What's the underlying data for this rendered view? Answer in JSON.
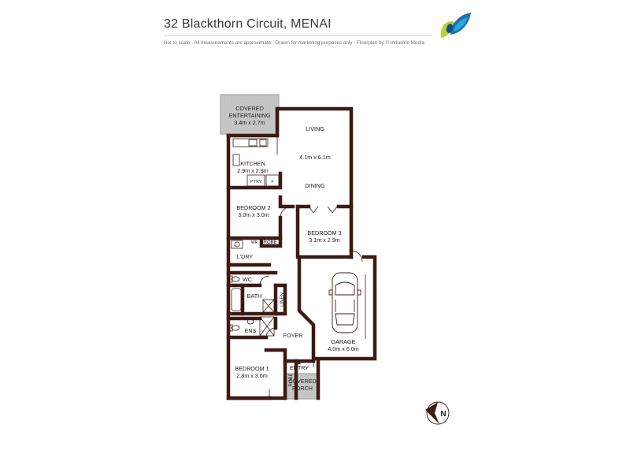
{
  "header": {
    "title": "32 Blackthorn Circuit, MENAI",
    "disclaimer": "Not to scale  ·  All measurements are approximate  ·  Drawn for marketing purposes only  ·  Floorplan by © Industrie Media"
  },
  "colors": {
    "wall": "#3d1a14",
    "floor": "#ffffff",
    "covered": "#c8c8c8",
    "logo_green": "#b7d334",
    "logo_blue": "#1f6fb5",
    "logo_cyan": "#29b6d8",
    "text": "#3a3a3a"
  },
  "rooms": {
    "covered_entertaining": {
      "name": "COVERED ENTERTAINING",
      "line1": "COVERED",
      "line2": "ENTERTAINING",
      "size": "3.4m x 2.7m"
    },
    "living": {
      "name": "LIVING",
      "size": "4.1m x 6.1m"
    },
    "kitchen": {
      "name": "KITCHEN",
      "size": "2.9m x 2.9m"
    },
    "pantry": {
      "name": "P'TRY"
    },
    "fridge": {
      "name": "F"
    },
    "dining": {
      "name": "DINING"
    },
    "bedroom2": {
      "name": "BEDROOM 2",
      "size": "3.0m x 3.0m"
    },
    "wir": {
      "name": "WR"
    },
    "robe2": {
      "name": "ROBE"
    },
    "bedroom3": {
      "name": "BEDROOM 3",
      "size": "3.1m x 2.9m"
    },
    "laundry": {
      "name": "L'DRY"
    },
    "wc": {
      "name": "WC"
    },
    "bath": {
      "name": "BATH"
    },
    "linen": {
      "name": "LINEN"
    },
    "ensuite": {
      "name": "ENS"
    },
    "foyer": {
      "name": "FOYER"
    },
    "garage": {
      "name": "GARAGE",
      "size": "4.0m x 6.0m"
    },
    "bedroom1": {
      "name": "BEDROOM 1",
      "size": "2.8m x 3.6m"
    },
    "robe1": {
      "name": "ROBE"
    },
    "entry": {
      "name": "ENTRY"
    },
    "covered_porch": {
      "name": "COVERED PORCH",
      "line1": "COVERED",
      "line2": "PORCH"
    }
  },
  "icons": {
    "logo": "leaf-logo-icon",
    "north": "north-arrow-icon",
    "north_letter": "N",
    "car": "car-icon",
    "entry_marker": "entry-arrow-icon"
  }
}
